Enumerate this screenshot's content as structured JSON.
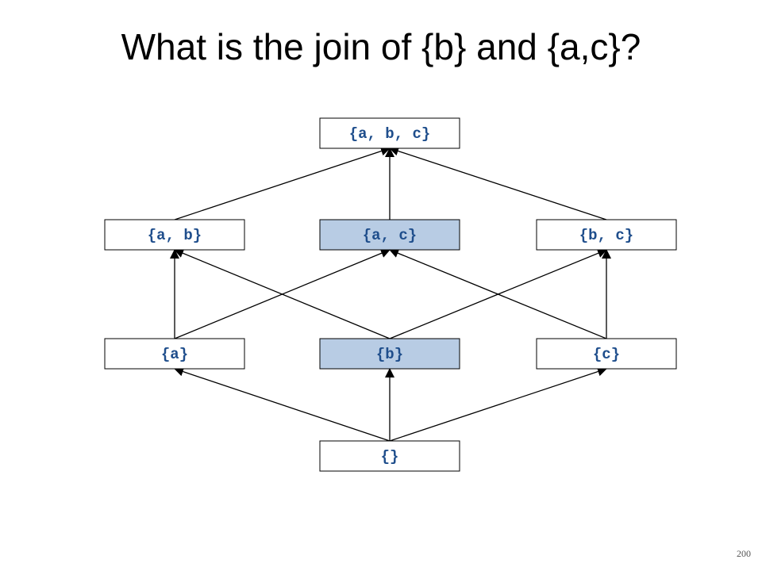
{
  "slide": {
    "title": "What is the join of {b} and {a,c}?",
    "page_number": "200"
  },
  "colors": {
    "highlight_fill": "#b8cce4",
    "normal_fill": "#ffffff",
    "label_color": "#1f4e8c",
    "edge_color": "#000000"
  },
  "lattice": {
    "nodes": [
      {
        "id": "abc",
        "label": "{a, b, c}",
        "highlighted": false
      },
      {
        "id": "ab",
        "label": "{a, b}",
        "highlighted": false
      },
      {
        "id": "ac",
        "label": "{a, c}",
        "highlighted": true
      },
      {
        "id": "bc",
        "label": "{b, c}",
        "highlighted": false
      },
      {
        "id": "a",
        "label": "{a}",
        "highlighted": false
      },
      {
        "id": "b",
        "label": "{b}",
        "highlighted": true
      },
      {
        "id": "c",
        "label": "{c}",
        "highlighted": false
      },
      {
        "id": "empty",
        "label": "{}",
        "highlighted": false
      }
    ],
    "edges": [
      {
        "from": "empty",
        "to": "a"
      },
      {
        "from": "empty",
        "to": "b"
      },
      {
        "from": "empty",
        "to": "c"
      },
      {
        "from": "a",
        "to": "ab"
      },
      {
        "from": "a",
        "to": "ac"
      },
      {
        "from": "b",
        "to": "ab"
      },
      {
        "from": "b",
        "to": "bc"
      },
      {
        "from": "c",
        "to": "ac"
      },
      {
        "from": "c",
        "to": "bc"
      },
      {
        "from": "ab",
        "to": "abc"
      },
      {
        "from": "ac",
        "to": "abc"
      },
      {
        "from": "bc",
        "to": "abc"
      }
    ]
  }
}
